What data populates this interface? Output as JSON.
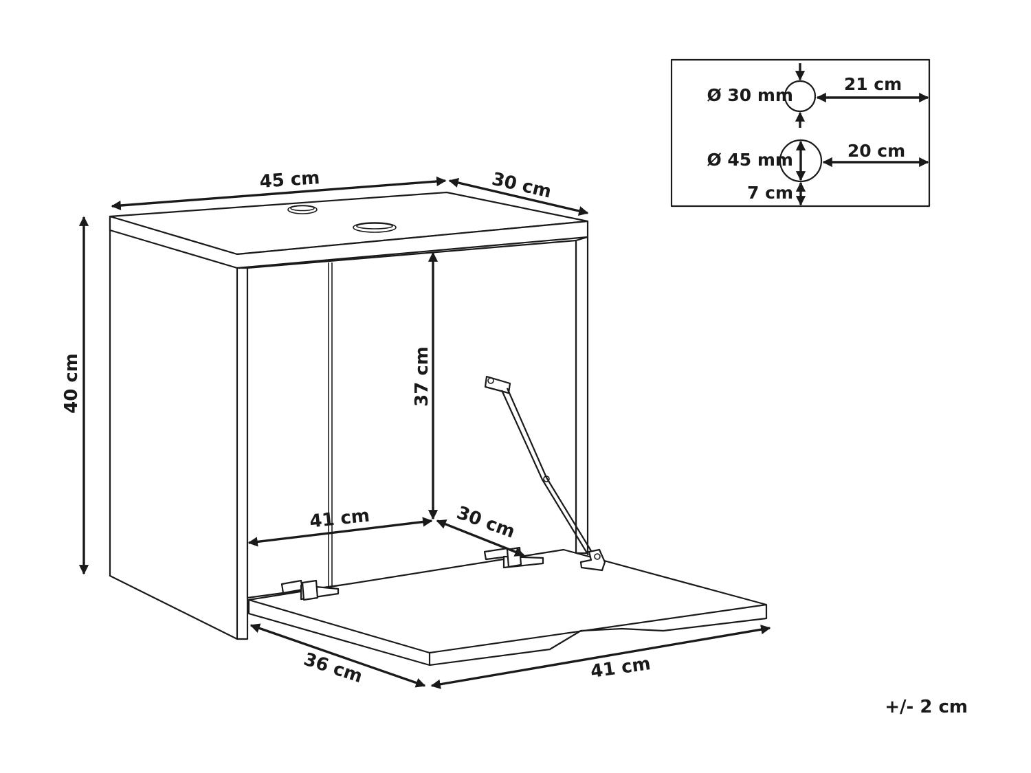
{
  "dimensions": {
    "top_width": "45 cm",
    "top_depth": "30 cm",
    "height": "40 cm",
    "inner_height": "37 cm",
    "inner_width": "41 cm",
    "inner_depth": "30 cm",
    "door_depth": "36 cm",
    "door_width": "41 cm"
  },
  "inset": {
    "hole_small_diameter": "Ø 30 mm",
    "hole_small_offset": "21 cm",
    "hole_large_diameter": "Ø 45 mm",
    "hole_large_offset": "20 cm",
    "hole_large_bottom": "7 cm"
  },
  "tolerance": "+/- 2 cm"
}
